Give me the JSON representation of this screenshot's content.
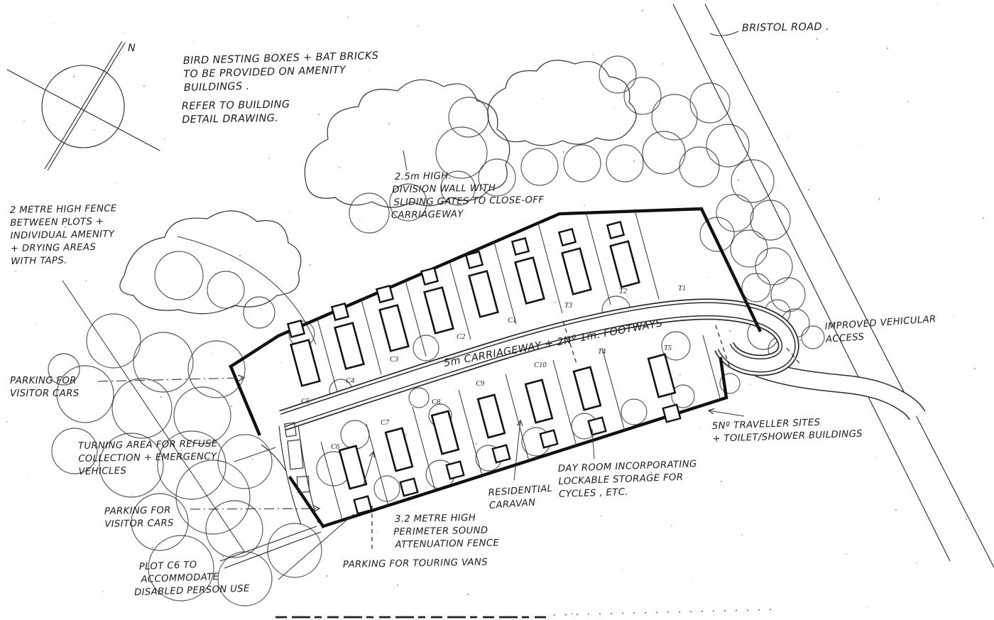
{
  "drawing": {
    "north_label": "N",
    "road_label": "BRISTOL ROAD .",
    "carriageway_label": "5m CARRIAGEWAY + 2Nº 1m. FOOTWAYS",
    "notes": {
      "bird_boxes": [
        "BIRD NESTING BOXES + BAT BRICKS",
        "TO BE PROVIDED ON AMENITY",
        "BUILDINGS ."
      ],
      "refer": [
        "REFER TO BUILDING",
        "DETAIL DRAWING."
      ],
      "division_wall": [
        "2.5m HIGH.",
        "DIVISION WALL WITH",
        "SLIDING GATES TO CLOSE-OFF",
        "CARRIAGEWAY"
      ],
      "fence_2m": [
        "2 METRE HIGH FENCE",
        "BETWEEN PLOTS +",
        "INDIVIDUAL AMENITY",
        "+ DRYING AREAS",
        "WITH TAPS."
      ],
      "visitor_parking_1": [
        "PARKING FOR",
        "VISITOR CARS"
      ],
      "turning_area": [
        "TURNING AREA FOR REFUSE",
        "COLLECTION + EMERGENCY",
        "VEHICLES"
      ],
      "visitor_parking_2": [
        "PARKING FOR",
        "VISITOR CARS"
      ],
      "plot_c6": [
        "PLOT C6 TO",
        "ACCOMMODATE",
        "DISABLED PERSON USE"
      ],
      "touring_vans": "PARKING FOR TOURING VANS",
      "perimeter_fence": [
        "3.2 METRE HIGH",
        "PERIMETER SOUND",
        "ATTENUATION FENCE"
      ],
      "residential_caravan": [
        "RESIDENTIAL",
        "CARAVAN"
      ],
      "day_room": [
        "DAY ROOM INCORPORATING",
        "LOCKABLE STORAGE FOR",
        "CYCLES , ETC."
      ],
      "traveller_sites": [
        "5Nº TRAVELLER SITES",
        "+ TOILET/SHOWER BUILDINGS"
      ],
      "improved_access": [
        "IMPROVED VEHICULAR",
        "ACCESS"
      ]
    },
    "plot_labels": [
      "C5",
      "C4",
      "C3",
      "C2",
      "C1",
      "T3",
      "T2",
      "T1",
      "C6",
      "C7",
      "C8",
      "C9",
      "C10",
      "T4",
      "T5"
    ],
    "colors": {
      "ink": "#1c1c1c",
      "paper": "#ffffff"
    }
  }
}
